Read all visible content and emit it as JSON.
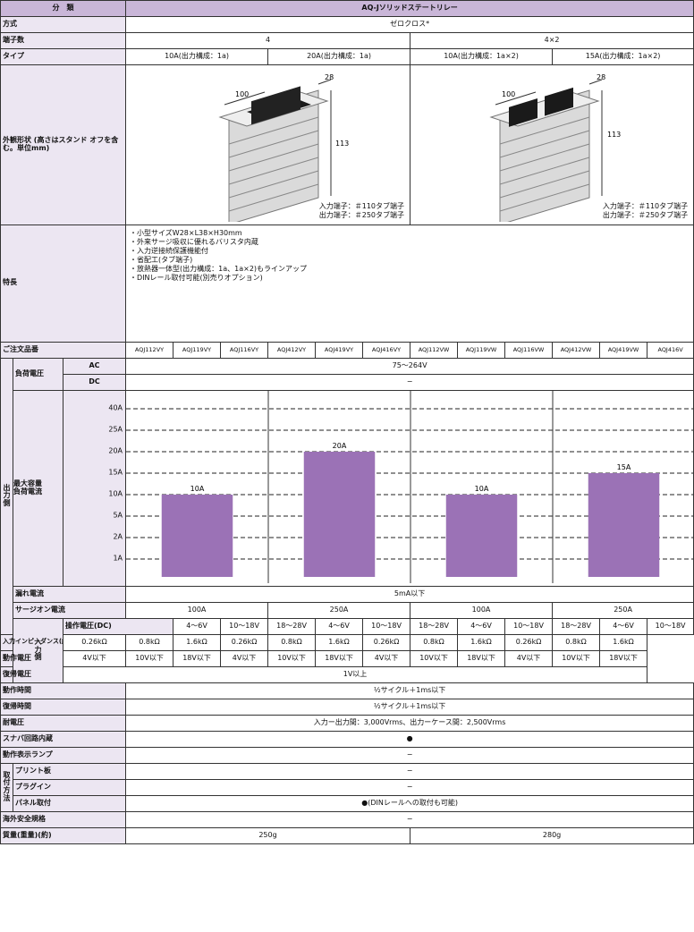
{
  "header": {
    "category_label": "分　類",
    "title": "AQ-Jソリッドステートリレー"
  },
  "method": {
    "label": "方式",
    "value": "ゼロクロス*"
  },
  "terminals": {
    "label": "端子数",
    "v1": "4",
    "v2": "4×2"
  },
  "type": {
    "label": "タイプ",
    "t1": "10A(出力構成：1a)",
    "t2": "20A(出力構成：1a)",
    "t3": "10A(出力構成：1a×2)",
    "t4": "15A(出力構成：1a×2)"
  },
  "appearance": {
    "label": "外観形状\n(高さはスタンド\nオフを含む。単位mm)",
    "dim_a": "100",
    "dim_b": "28",
    "dim_c": "113",
    "input_terminal": "入力端子：＃110タブ端子",
    "output_terminal": "出力端子：＃250タブ端子"
  },
  "features": {
    "label": "特長",
    "items": [
      "・小型サイズW28×L38×H30mm",
      "・外来サージ吸収に優れるバリスタ内蔵",
      "・入力逆接続保護機能付",
      "・省配工(タブ端子)",
      "・放熱器一体型(出力構成：1a、1a×2)もラインアップ",
      "・DINレール取付可能(別売りオプション)"
    ]
  },
  "order": {
    "label": "ご注文品番",
    "parts": [
      "AQJ112VY",
      "AQJ119VY",
      "AQJ116VY",
      "AQJ412VY",
      "AQJ419VY",
      "AQJ416VY",
      "AQJ112VW",
      "AQJ119VW",
      "AQJ116VW",
      "AQJ412VW",
      "AQJ419VW",
      "AQJ416V"
    ]
  },
  "output": {
    "side_label": "出力側",
    "load_voltage": {
      "label": "負荷電圧",
      "ac": "AC",
      "dc": "DC",
      "ac_value": "75〜264V",
      "dc_value": "−"
    },
    "max_load": {
      "label": "最大容量\n負荷電流"
    },
    "leak": {
      "label": "漏れ電流",
      "value": "5mA以下"
    },
    "surge": {
      "label": "サージオン電流",
      "v1": "100A",
      "v2": "250A",
      "v3": "100A",
      "v4": "250A"
    }
  },
  "chart_data": {
    "type": "bar",
    "categories": [
      "10A(出力構成：1a)",
      "20A(出力構成：1a)",
      "10A(出力構成：1a×2)",
      "15A(出力構成：1a×2)"
    ],
    "values": [
      10,
      20,
      10,
      15
    ],
    "value_labels": [
      "10A",
      "20A",
      "10A",
      "15A"
    ],
    "y_ticks": [
      "40A",
      "25A",
      "20A",
      "15A",
      "10A",
      "5A",
      "2A",
      "1A"
    ],
    "bar_color": "#9b72b6",
    "grid": true
  },
  "input": {
    "side_label": "入力側",
    "op_voltage": {
      "label": "操作電圧(DC)",
      "vals": [
        "4〜6V",
        "10〜18V",
        "18〜28V"
      ]
    },
    "impedance": {
      "label": "入力インピーダンス(約)",
      "vals": [
        "0.26kΩ",
        "0.8kΩ",
        "1.6kΩ"
      ]
    },
    "pickup": {
      "label": "動作電圧",
      "vals": [
        "4V以下",
        "10V以下",
        "18V以下"
      ]
    },
    "dropout": {
      "label": "復帰電圧",
      "value": "1V以上"
    }
  },
  "op_time": {
    "label": "動作時間",
    "value": "½サイクル＋1ms以下"
  },
  "release_time": {
    "label": "復帰時間",
    "value": "½サイクル＋1ms以下"
  },
  "withstand": {
    "label": "耐電圧",
    "value": "入力ー出力間：3,000Vrms、出力ーケース間：2,500Vrms"
  },
  "snubber": {
    "label": "スナバ回路内蔵",
    "value": "●"
  },
  "indicator": {
    "label": "動作表示ランプ",
    "value": "−"
  },
  "mounting": {
    "side_label": "取付方法",
    "pcb": {
      "label": "プリント板",
      "value": "−"
    },
    "plugin": {
      "label": "プラグイン",
      "value": "−"
    },
    "panel": {
      "label": "パネル取付",
      "value": "●(DINレールへの取付も可能)"
    }
  },
  "safety": {
    "label": "海外安全規格",
    "value": "−"
  },
  "weight": {
    "label": "質量(重量)(約)",
    "v1": "250g",
    "v2": "280g"
  }
}
